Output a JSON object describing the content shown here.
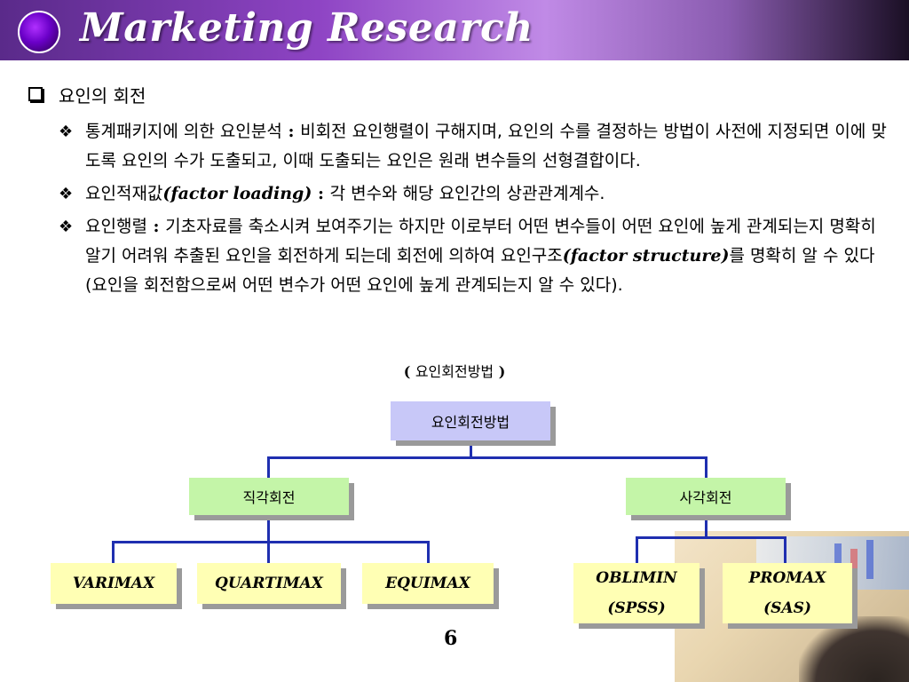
{
  "header": {
    "title": "Marketing Research"
  },
  "topic": "요인의 회전",
  "items": [
    {
      "lead": "통계패키지에 의한 요인분석",
      "sep": " : ",
      "rest": "비회전 요인행렬이 구해지며, 요인의 수를 결정하는 방법이 사전에 지정되면 이에 맞도록 요인의 수가 도출되고, 이때 도출되는 요인은 원래 변수들의 선형결합이다."
    },
    {
      "lead": "요인적재값",
      "term": "(factor loading)",
      "sep": " : ",
      "rest": "각 변수와 해당 요인간의 상관관계계수."
    },
    {
      "lead": "요인행렬",
      "sep": " : ",
      "rest1": "기초자료를 축소시켜 보여주기는 하지만 이로부터 어떤 변수들이 어떤 요인에 높게 관계되는지 명확히 알기 어려워 추출된 요인을 회전하게 되는데 회전에 의하여 요인구조",
      "term": "(factor structure)",
      "rest2": "를 명확히 알 수 있다(요인을 회전함으로써 어떤 변수가 어떤 요인에 높게 관계되는지 알 수 있다)."
    }
  ],
  "caption": {
    "open": "( ",
    "text": "요인회전방법",
    "close": " )"
  },
  "diagram": {
    "root": "요인회전방법",
    "orthogonal": {
      "label": "직각회전",
      "children": [
        "VARIMAX",
        "QUARTIMAX",
        "EQUIMAX"
      ]
    },
    "oblique": {
      "label": "사각회전",
      "children": [
        {
          "name": "OBLIMIN",
          "tool": "(SPSS)"
        },
        {
          "name": "PROMAX",
          "tool": "(SAS)"
        }
      ]
    }
  },
  "page_number": "6",
  "colors": {
    "connector": "#1f2fb0",
    "root_fill": "#c8c8f8",
    "mid_fill": "#c4f5a8",
    "leaf_fill": "#ffffb4"
  },
  "icons": {
    "topic_bullet": "hollow-square-bullet-icon",
    "item_bullet": "diamond-bullet-icon",
    "title_orb": "purple-orb-icon"
  }
}
